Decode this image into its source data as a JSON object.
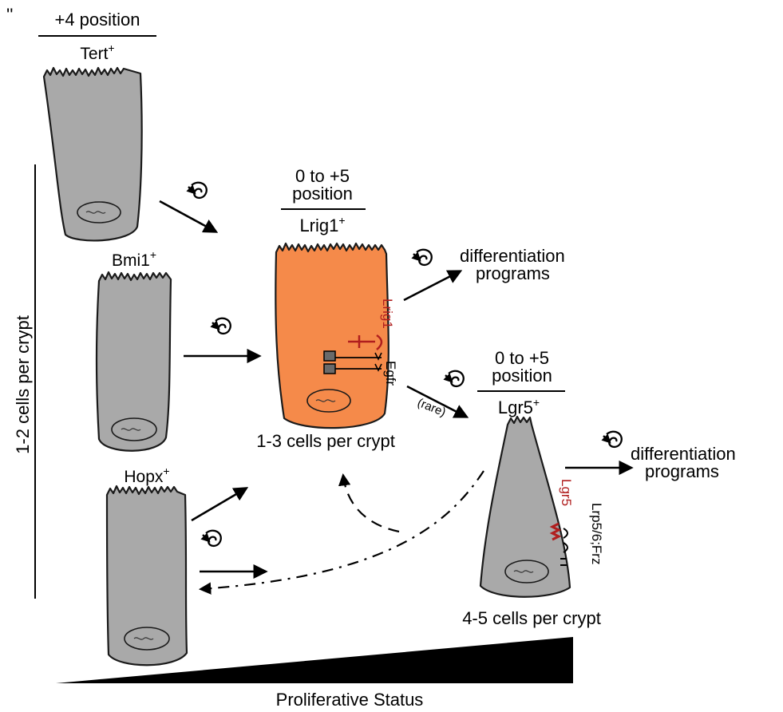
{
  "corner_mark": "''",
  "left_bracket_label": "1-2 cells per crypt",
  "tert_cell": {
    "header": "+4 position",
    "marker": "Tert",
    "sup": "+"
  },
  "bmi1_cell": {
    "marker": "Bmi1",
    "sup": "+"
  },
  "hopx_cell": {
    "marker": "Hopx",
    "sup": "+"
  },
  "lrig1_cell": {
    "header_line1": "0 to +5",
    "header_line2": "position",
    "marker": "Lrig1",
    "sup": "+",
    "receptor_red": "Lrig1",
    "receptor_black": "Egfr",
    "count": "1-3 cells per crypt",
    "outcome_line1": "differentiation",
    "outcome_line2": "programs",
    "rare_label": "(rare)"
  },
  "lgr5_cell": {
    "header_line1": "0 to +5",
    "header_line2": "position",
    "marker": "Lgr5",
    "sup": "+",
    "receptor_red": "Lgr5",
    "receptor_black": "Lrp5/6;Frz",
    "count": "4-5 cells per crypt",
    "outcome_line1": "differentiation",
    "outcome_line2": "programs"
  },
  "gradient_label": "Proliferative Status",
  "colors": {
    "grey_cell": "#a9a9a9",
    "lrig1_cell": "#f58a4a",
    "receptor_red": "#b01e1e"
  },
  "icons": [
    "self-renewal-icon",
    "arrow-icon"
  ]
}
